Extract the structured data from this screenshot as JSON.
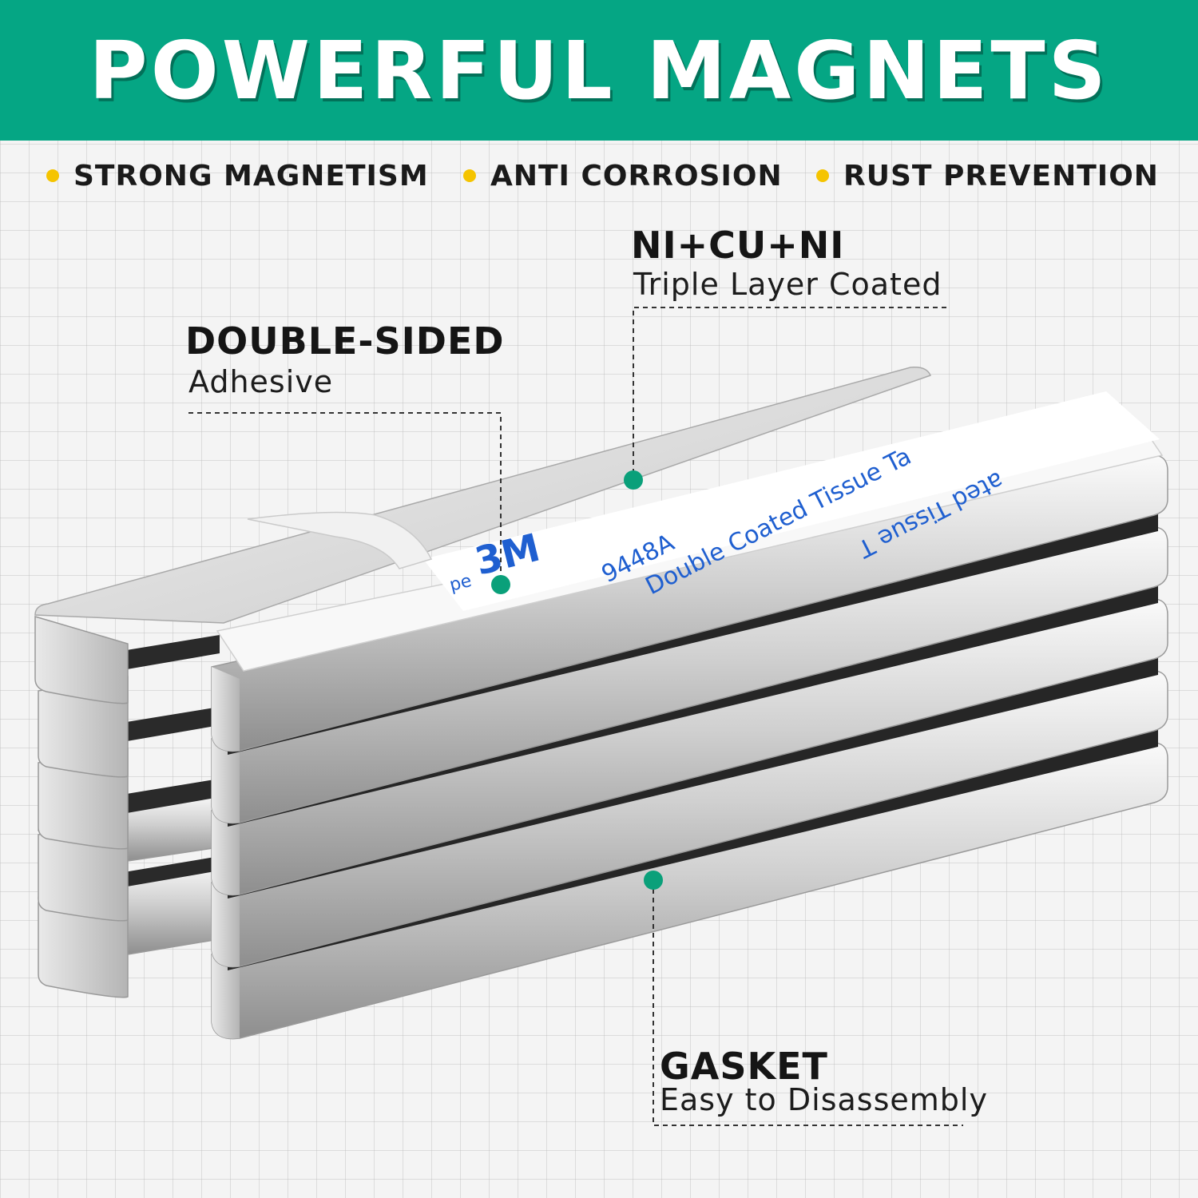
{
  "header": {
    "title": "POWERFUL MAGNETS"
  },
  "features": [
    {
      "label": "STRONG MAGNETISM"
    },
    {
      "label": "ANTI CORROSION"
    },
    {
      "label": "RUST PREVENTION"
    }
  ],
  "callouts": {
    "coating": {
      "title": "NI+CU+NI",
      "subtitle": "Triple Layer Coated"
    },
    "adhesive": {
      "title": "DOUBLE-SIDED",
      "subtitle": "Adhesive"
    },
    "gasket": {
      "title": "GASKET",
      "subtitle": "Easy to Disassembly"
    }
  },
  "tape": {
    "brand_mark": "3M",
    "model": "9448A",
    "text_main": "Double Coated Tissue Ta",
    "text_mirrored": "ated Tissue T",
    "text_edge": "pe"
  },
  "colors": {
    "brand_green": "#05a684",
    "bullet_yellow": "#f5c400",
    "tape_blue": "#1f5fd0",
    "marker_green": "#0aa07a"
  }
}
